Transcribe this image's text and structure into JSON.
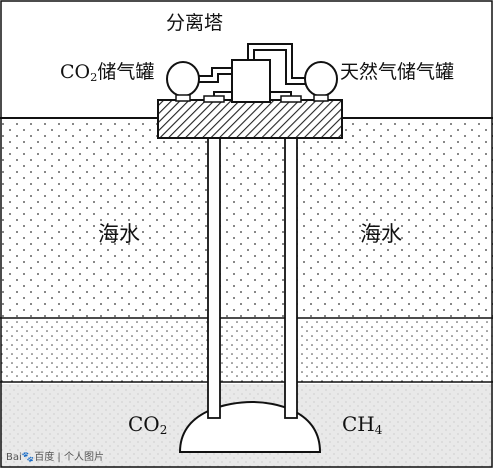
{
  "labels": {
    "separation_tower": "分离塔",
    "co2_tank_prefix": "CO",
    "co2_tank_sub": "2",
    "co2_tank_suffix": "储气罐",
    "natural_gas_tank": "天然气储气罐",
    "seawater_left": "海水",
    "seawater_right": "海水",
    "bottom_co2_prefix": "CO",
    "bottom_co2_sub": "2",
    "bottom_ch4_prefix": "CH",
    "bottom_ch4_sub": "4"
  },
  "watermark": "Bai🐾百度 | 个人图片",
  "colors": {
    "ink": "#111111",
    "sea_dots": "#333333",
    "seabed": "#e6e6e6",
    "platform_hatch": "#222222"
  }
}
